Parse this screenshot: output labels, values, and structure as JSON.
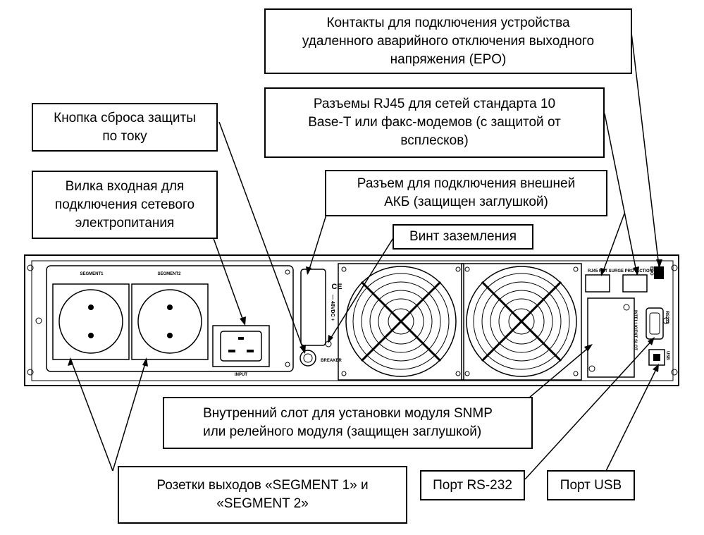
{
  "callouts": {
    "epo": "Контакты для подключения устройства\nудаленного аварийного отключения выходного\nнапряжения (EPO)",
    "rj45": "Разъемы RJ45 для сетей стандарта 10\nBase-T или факс-модемов (с защитой от\nвсплесков)",
    "reset": "Кнопка сброса защиты\nпо току",
    "input_plug": "Вилка входная для\nподключения сетевого\nэлектропитания",
    "battery": "Разъем для подключения внешней\nАКБ (защищен заглушкой)",
    "ground": "Винт заземления",
    "slot": "Внутренний слот для установки модуля SNMP\nили релейного модуля (защищен заглушкой)",
    "outlets": "Розетки выходов «SEGMENT 1» и\n«SEGMENT 2»",
    "rs232": "Порт RS-232",
    "usb": "Порт USB"
  },
  "panel_labels": {
    "segment1": "SEGMENT1",
    "segment2": "SEGMENT2",
    "input": "INPUT",
    "ce": "CE",
    "dc": "— 48VDC +",
    "breaker": "BREAKER",
    "rj45": "RJ45 NET SURGE PROTECTION",
    "epo": "EPO",
    "rs232": "RS232",
    "intelligent_slot": "INTELLIGENT SLOT",
    "usb": "USB"
  }
}
